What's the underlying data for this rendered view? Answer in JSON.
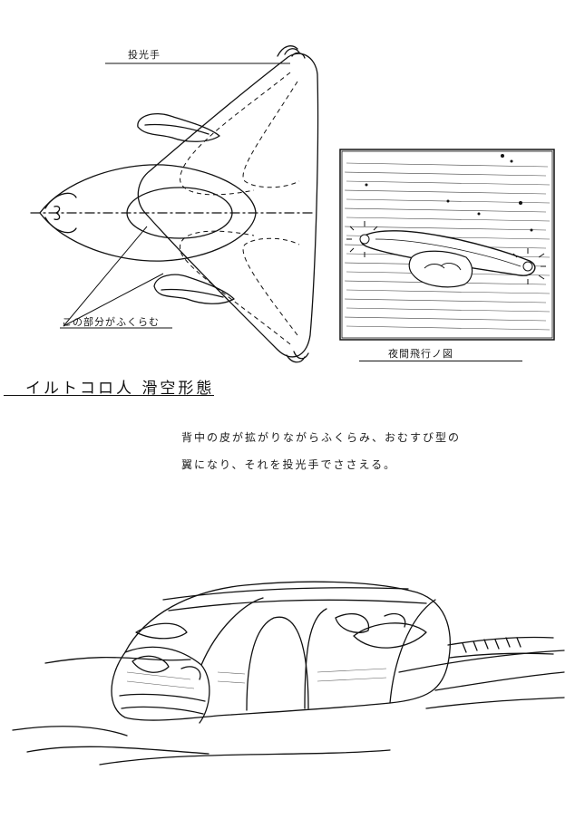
{
  "labels": {
    "launcher": "投光手",
    "inflate_part": "この部分がふくらむ",
    "night_flight": "夜間飛行ノ図"
  },
  "heading": "イルトコロ人 滑空形態",
  "description": {
    "line1": "背中の皮が拡がりながらふくらみ、おむすび型の",
    "line2": "翼になり、それを投光手でささえる。"
  }
}
